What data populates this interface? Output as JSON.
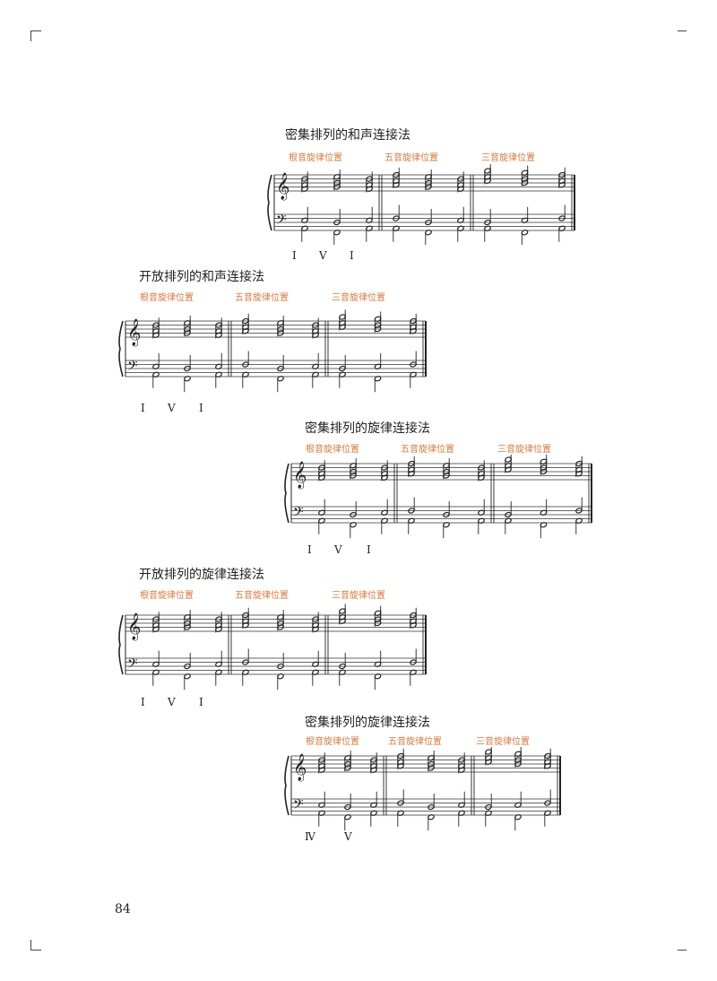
{
  "page_number": "84",
  "sections": [
    {
      "title": "密集排列的和声连接法",
      "positions": [
        "根音旋律位置",
        "五音旋律位置",
        "三音旋律位置"
      ],
      "numerals": [
        "I",
        "V",
        "I"
      ]
    },
    {
      "title": "开放排列的和声连接法",
      "positions": [
        "根音旋律位置",
        "五音旋律位置",
        "三音旋律位置"
      ],
      "numerals": [
        "I",
        "V",
        "I"
      ]
    },
    {
      "title": "密集排列的旋律连接法",
      "positions": [
        "根音旋律位置",
        "五音旋律位置",
        "三音旋律位置"
      ],
      "numerals": [
        "I",
        "V",
        "I"
      ]
    },
    {
      "title": "开放排列的旋律连接法",
      "positions": [
        "根音旋律位置",
        "五音旋律位置",
        "三音旋律位置"
      ],
      "numerals": [
        "I",
        "V",
        "I"
      ]
    },
    {
      "title": "密集排列的旋律连接法",
      "positions": [
        "根音旋律位置",
        "五音旋律位置",
        "三音旋律位置"
      ],
      "numerals": [
        "Ⅳ",
        "V"
      ]
    }
  ]
}
